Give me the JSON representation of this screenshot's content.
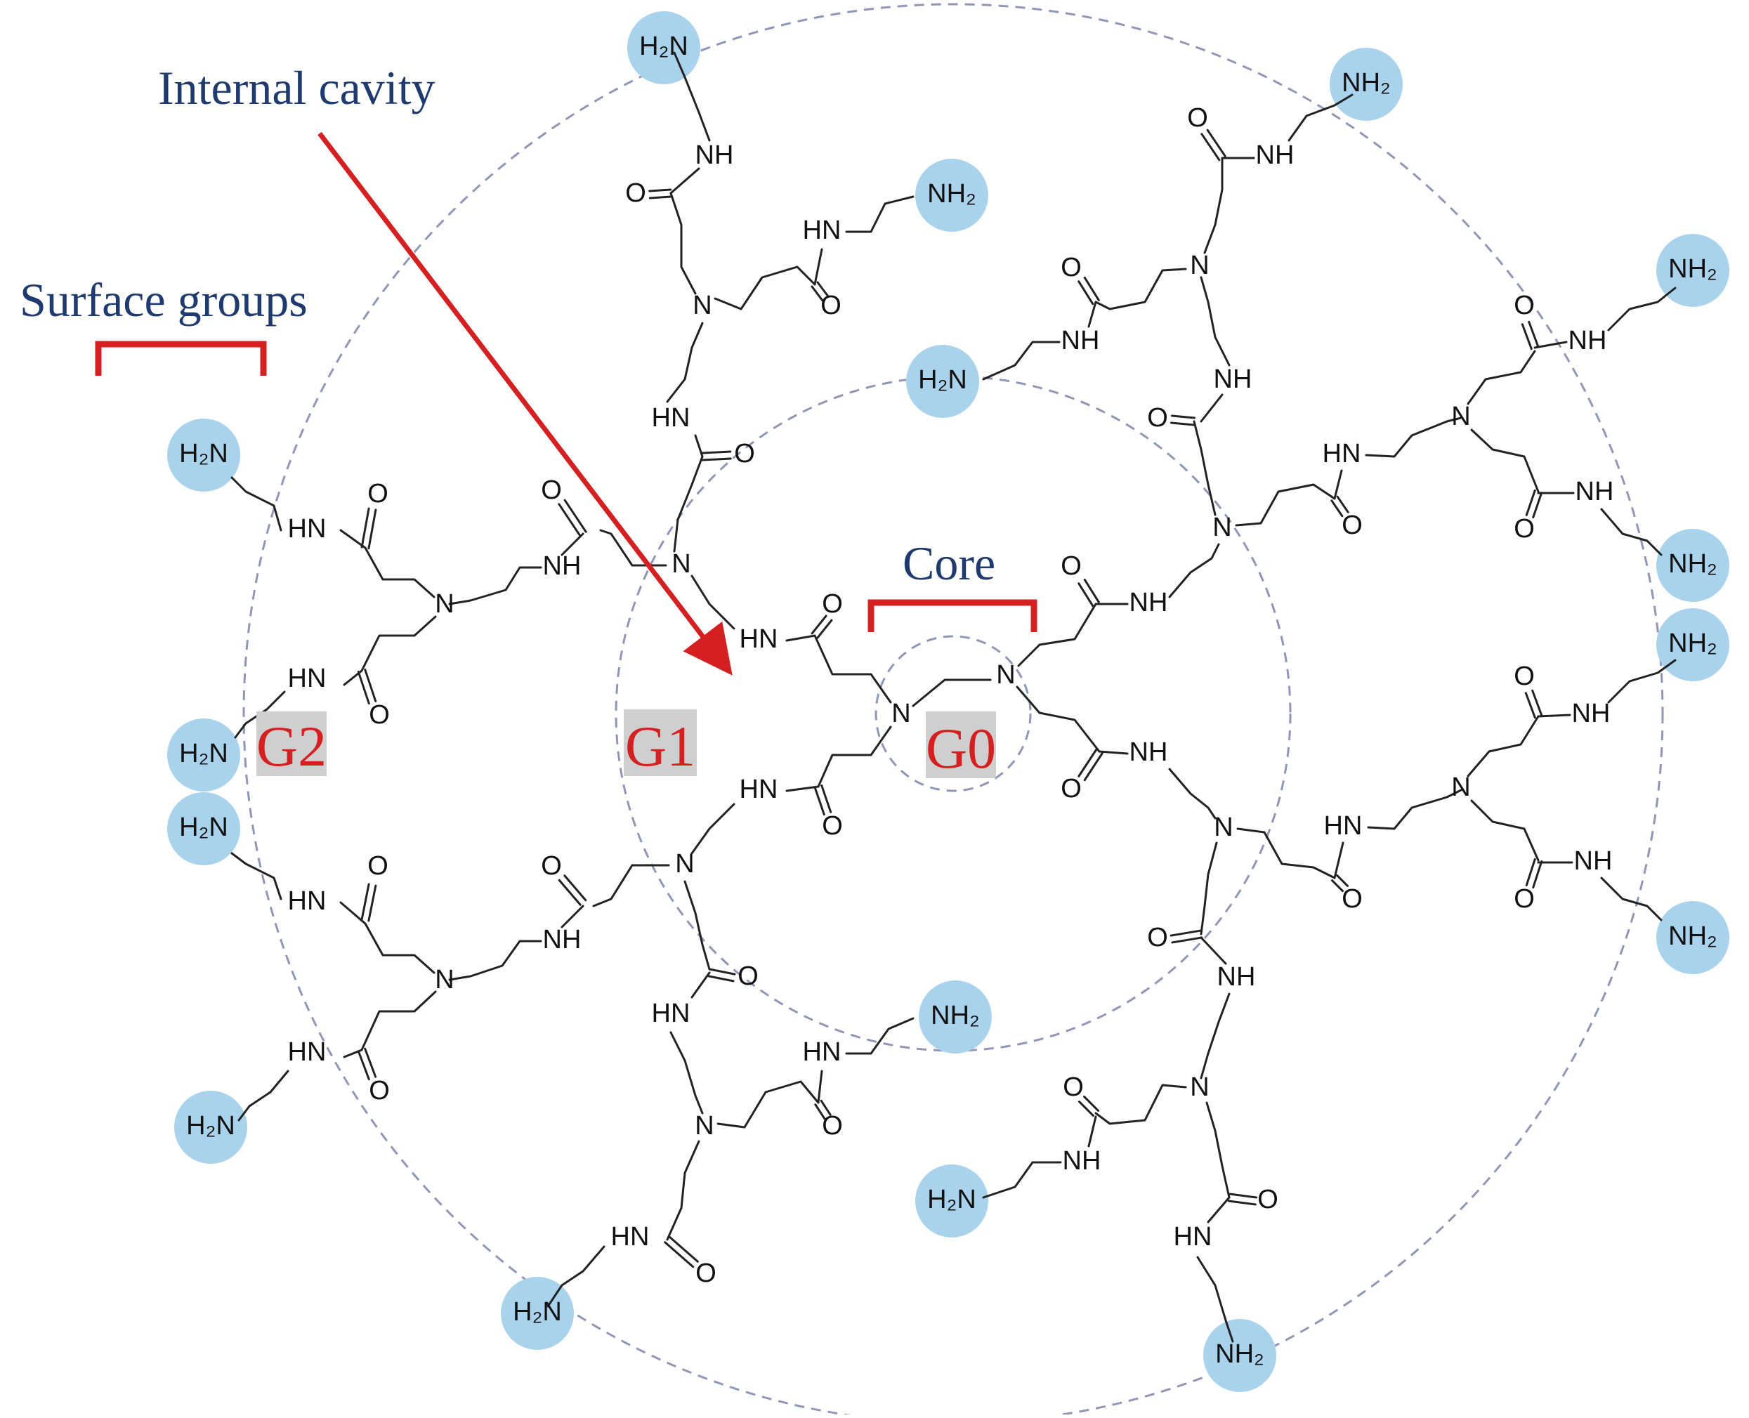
{
  "annotations": {
    "internal_cavity": "Internal cavity",
    "surface_groups": "Surface groups",
    "core": "Core"
  },
  "generations": {
    "g0": "G0",
    "g1": "G1",
    "g2": "G2"
  },
  "atoms": {
    "h2n": "H₂N",
    "nh2": "NH₂",
    "nh": "NH",
    "hn": "HN",
    "n": "N",
    "o": "O"
  },
  "colors": {
    "annotation_text": "#1f3a6e",
    "generation_text": "#d42020",
    "generation_bg": "#cfcfcf",
    "arrow": "#d42020",
    "bracket": "#d42020",
    "surface_bubble": "#a9d3ec",
    "shell_ring": "#8f96b8",
    "bond": "#222222"
  }
}
